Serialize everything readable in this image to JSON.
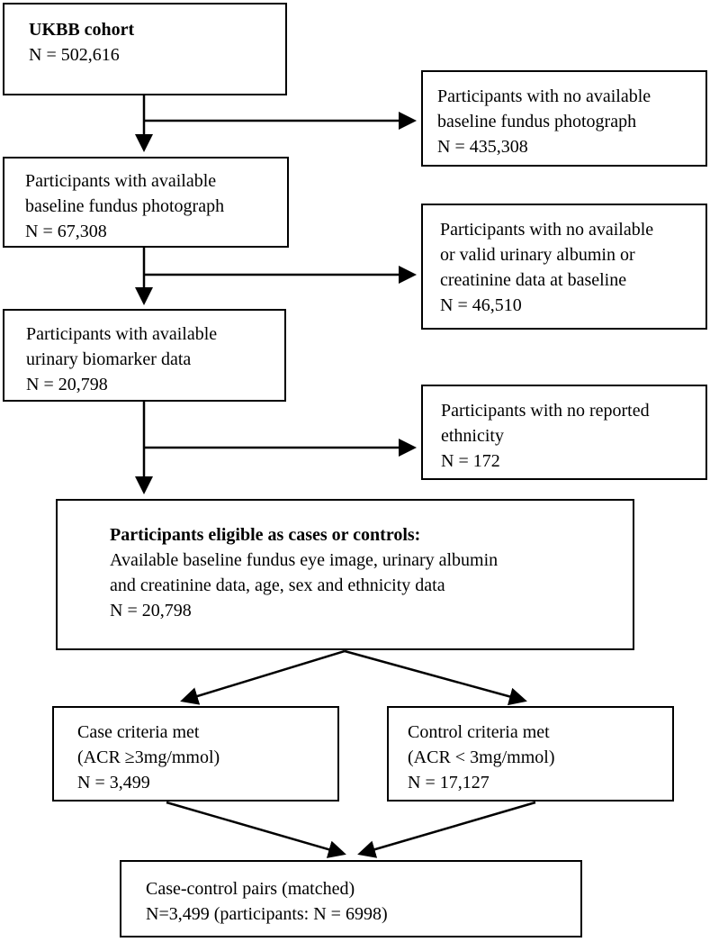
{
  "colors": {
    "border": "#000000",
    "background": "#ffffff",
    "text": "#000000"
  },
  "chart_data": {
    "type": "flowchart",
    "title": "UKBB cohort participant selection flow",
    "total_cohort_n": 502616,
    "final_pairs_n": 3499,
    "final_participants_n": 6998
  },
  "nodes": {
    "ukbb": {
      "lines": [
        "UKBB cohort",
        "N = 502,616"
      ]
    },
    "excl_fundus": {
      "lines": [
        "Participants with no available",
        "baseline fundus photograph",
        "N = 435,308"
      ]
    },
    "fundus": {
      "lines": [
        "Participants with available",
        "baseline fundus photograph",
        "N = 67,308"
      ]
    },
    "excl_urinary": {
      "lines": [
        "Participants with no available",
        "or valid urinary albumin or",
        "creatinine data at baseline",
        "N = 46,510"
      ]
    },
    "biomarker": {
      "lines": [
        "Participants with available",
        "urinary biomarker data",
        "N = 20,798"
      ]
    },
    "excl_ethnicity": {
      "lines": [
        "Participants with no reported",
        "ethnicity",
        "N = 172"
      ]
    },
    "eligible": {
      "lines": [
        "Participants eligible as cases or controls:",
        "Available baseline fundus eye image, urinary albumin",
        "and creatinine data, age, sex and ethnicity data",
        "N = 20,798"
      ]
    },
    "case_box": {
      "lines": [
        "Case criteria met",
        "(ACR ≥3mg/mmol)",
        "N = 3,499"
      ]
    },
    "control_box": {
      "lines": [
        "Control criteria met",
        "(ACR < 3mg/mmol)",
        "N = 17,127"
      ]
    },
    "matched": {
      "lines": [
        "Case-control pairs (matched)",
        "N=3,499 (participants: N = 6998)"
      ]
    }
  }
}
